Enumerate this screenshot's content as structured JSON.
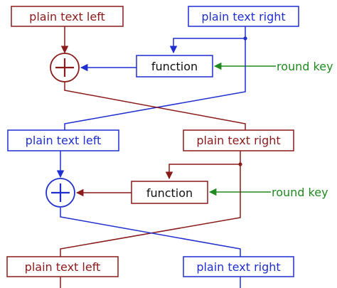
{
  "colors": {
    "red": "#8b1a1a",
    "blue": "#1f2fd0",
    "green": "#1f8a1f",
    "text_black": "#111111"
  },
  "round1": {
    "left_label": "plain text left",
    "right_label": "plain text right",
    "function_label": "function",
    "key_label": "round key",
    "xor_symbol": "+"
  },
  "round2": {
    "left_label": "plain text left",
    "right_label": "plain text right",
    "function_label": "function",
    "key_label": "round key",
    "xor_symbol": "+"
  },
  "output": {
    "left_label": "plain text left",
    "right_label": "plain text right"
  }
}
